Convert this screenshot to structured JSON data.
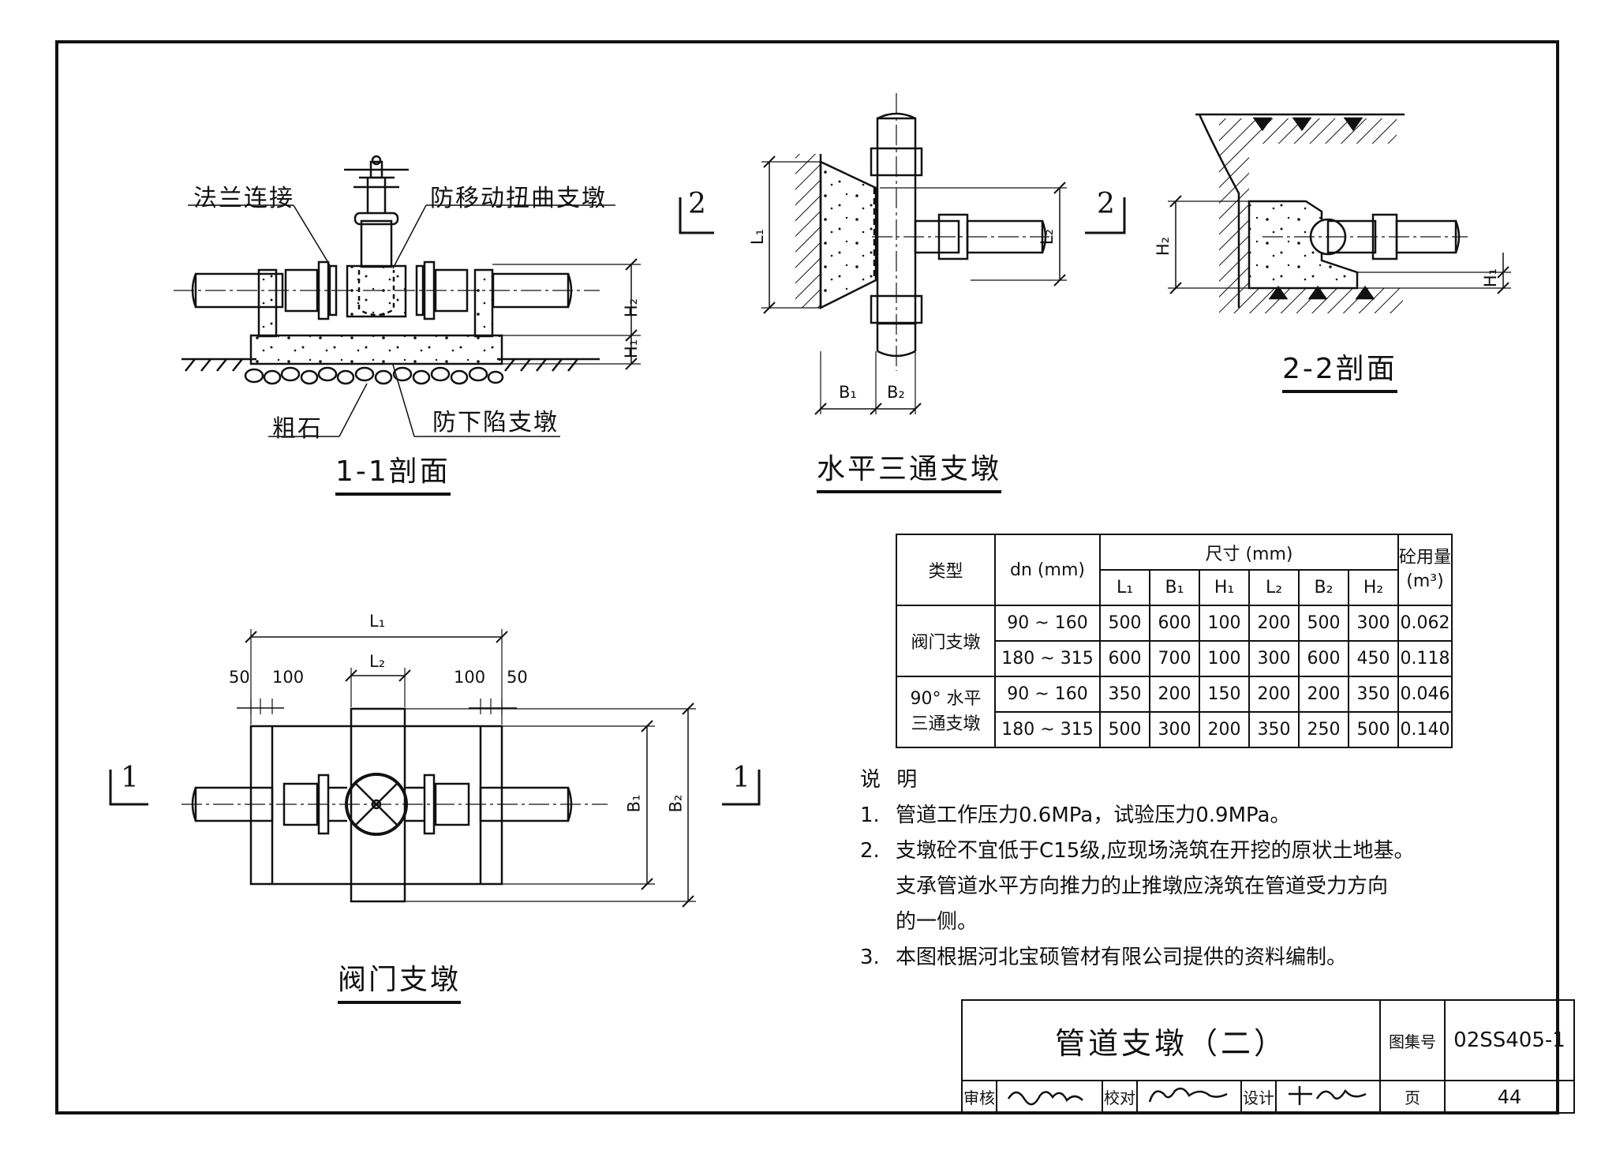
{
  "labels": {
    "flange": "法兰连接",
    "anti_twist": "防移动扭曲支墩",
    "coarse_stone": "粗石",
    "anti_sink": "防下陷支墩"
  },
  "titles": {
    "section_1_1": "1-1剖面",
    "tee_support": "水平三通支墩",
    "section_2_2": "2-2剖面",
    "valve_support": "阀门支墩"
  },
  "section_marks": {
    "two": "2",
    "one": "1"
  },
  "dims": {
    "L1": "L₁",
    "L2": "L₂",
    "B1": "B₁",
    "B2": "B₂",
    "H1": "H₁",
    "H2": "H₂",
    "d50": "50",
    "d100": "100"
  },
  "table": {
    "h_type": "类型",
    "h_dn": "dn (mm)",
    "h_size": "尺寸 (mm)",
    "h_conc_1": "砼用量",
    "h_conc_2": "(m³)",
    "cols": [
      "L₁",
      "B₁",
      "H₁",
      "L₂",
      "B₂",
      "H₂"
    ],
    "groups": [
      {
        "name": [
          "阀门支墩"
        ],
        "rows": [
          {
            "dn": "90 ~ 160",
            "vals": [
              "500",
              "600",
              "100",
              "200",
              "500",
              "300"
            ],
            "conc": "0.062"
          },
          {
            "dn": "180 ~ 315",
            "vals": [
              "600",
              "700",
              "100",
              "300",
              "600",
              "450"
            ],
            "conc": "0.118"
          }
        ]
      },
      {
        "name": [
          "90° 水平",
          "三通支墩"
        ],
        "rows": [
          {
            "dn": "90 ~ 160",
            "vals": [
              "350",
              "200",
              "150",
              "200",
              "200",
              "350"
            ],
            "conc": "0.046"
          },
          {
            "dn": "180 ~ 315",
            "vals": [
              "500",
              "300",
              "200",
              "350",
              "250",
              "500"
            ],
            "conc": "0.140"
          }
        ]
      }
    ]
  },
  "notes": {
    "heading": "说  明",
    "items": [
      {
        "num": "1.",
        "lines": [
          "管道工作压力0.6MPa，试验压力0.9MPa。"
        ]
      },
      {
        "num": "2.",
        "lines": [
          "支墩砼不宜低于C15级,应现场浇筑在开挖的原状土地基。",
          "支承管道水平方向推力的止推墩应浇筑在管道受力方向",
          "的一侧。"
        ]
      },
      {
        "num": "3.",
        "lines": [
          "本图根据河北宝硕管材有限公司提供的资料编制。"
        ]
      }
    ]
  },
  "title_block": {
    "drawing_title": "管道支墩（二）",
    "atlas_label": "图集号",
    "atlas_no": "02SS405-1",
    "review_label": "审核",
    "check_label": "校对",
    "design_label": "设计",
    "page_label": "页",
    "page_no": "44"
  }
}
